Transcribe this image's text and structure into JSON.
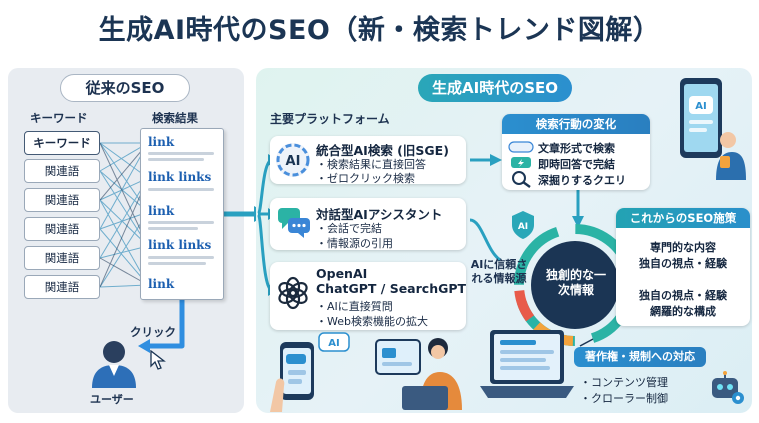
{
  "title": "生成AI時代のSEO（新・検索トレンド図解）",
  "colors": {
    "navy": "#1b3554",
    "accent_teal": "#2aa7b8",
    "accent_blue": "#2b8fcf",
    "link_blue": "#1c5fb0",
    "left_bg": "#e8ecf1",
    "right_bg": "#dff3ef"
  },
  "traditional": {
    "heading": "従来のSEO",
    "keyword_label": "キーワード",
    "results_label": "検索結果",
    "keywords": [
      "キーワード",
      "関連語",
      "関連語",
      "関連語",
      "関連語",
      "関連語"
    ],
    "links": [
      "link",
      "link links",
      "link",
      "link links",
      "link"
    ],
    "click_label": "クリック",
    "user_label": "ユーザー",
    "icons": [
      "user-icon",
      "cursor-icon"
    ]
  },
  "ai_era": {
    "heading": "生成AI時代のSEO",
    "platforms_label": "主要プラットフォーム",
    "platforms": [
      {
        "icon": "ai-search-icon",
        "icon_text": "AI",
        "title": "統合型AI検索 (旧SGE)",
        "lines": [
          "・検索結果に直接回答",
          "・ゼロクリック検索"
        ]
      },
      {
        "icon": "chat-bubbles-icon",
        "title": "対話型AIアシスタント",
        "lines": [
          "・会話で完結",
          "・情報源の引用"
        ]
      },
      {
        "icon": "openai-logo-icon",
        "title": "OpenAI",
        "title2": "ChatGPT / SearchGPT",
        "lines": [
          "・AIに直接質問",
          "・Web検索機能の拡大"
        ]
      }
    ],
    "search_behavior": {
      "heading": "検索行動の変化",
      "items": [
        "文章形式で検索",
        "即時回答で完結",
        "深掘りするクエリ"
      ]
    },
    "hub": {
      "center": "独創的な一次情報",
      "trusted": "AIに信頼される情報源",
      "badge": "AI"
    },
    "future_measures": {
      "heading": "これからのSEO施策",
      "items": [
        "専門的な内容",
        "独自の視点・経験",
        "独自の視点・経験",
        "網羅的な構成"
      ]
    },
    "rights": {
      "heading": "著作権・規制への対応",
      "items": [
        "・コンテンツ管理",
        "・クローラー制御"
      ]
    },
    "ai_chip_labels": [
      "AI",
      "AI"
    ]
  }
}
